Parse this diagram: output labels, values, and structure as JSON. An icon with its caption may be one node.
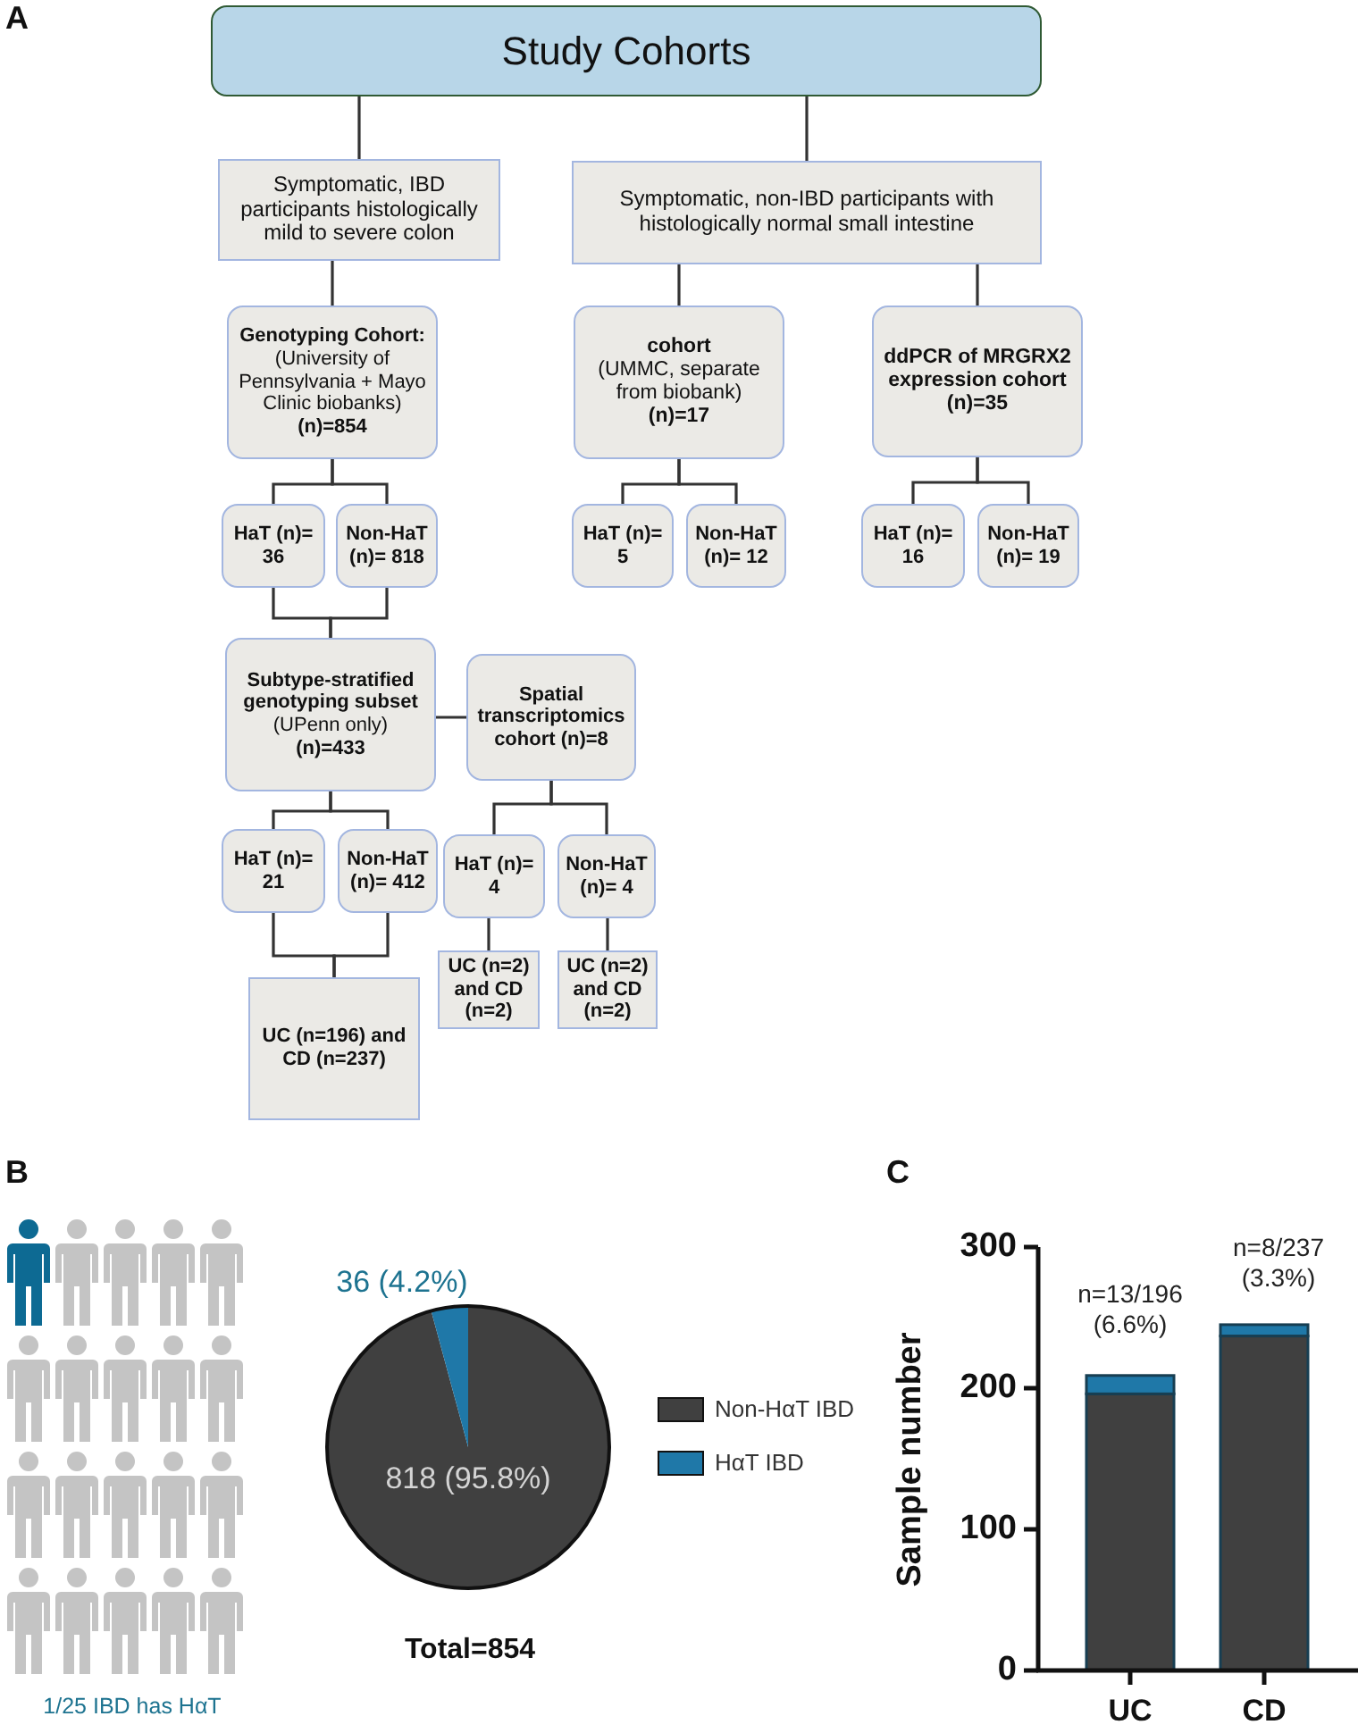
{
  "diagram": {
    "nodes": [
      {
        "text": [
          "Study Cohorts"
        ]
      },
      {
        "text": [
          "Symptomatic, IBD participants histologically mild to severe colon"
        ]
      },
      {
        "text": [
          "Symptomatic, non-IBD participants with histologically normal small intestine"
        ]
      },
      {
        "text": [
          "Genotyping Cohort:",
          "(University of Pennsylvania + Mayo Clinic biobanks)",
          "(n)=854"
        ]
      },
      {
        "text": [
          "cohort",
          "(UMMC, separate from biobank)",
          "(n)=17"
        ]
      },
      {
        "text": [
          "ddPCR of MRGRX2 expression cohort",
          "(n)=35"
        ]
      },
      {
        "text": [
          "HaT (n)= 36"
        ]
      },
      {
        "text": [
          "Non-HaT (n)= 818"
        ]
      },
      {
        "text": [
          "HaT (n)= 5"
        ]
      },
      {
        "text": [
          "Non-HaT (n)= 12"
        ]
      },
      {
        "text": [
          "HaT (n)= 16"
        ]
      },
      {
        "text": [
          "Non-HaT (n)= 19"
        ]
      },
      {
        "text": [
          "Subtype-stratified genotyping subset",
          "(UPenn only)",
          "(n)=433"
        ]
      },
      {
        "text": [
          "Spatial transcriptomics cohort (n)=8"
        ]
      },
      {
        "text": [
          "HaT (n)= 21"
        ]
      },
      {
        "text": [
          "Non-HaT (n)= 412"
        ]
      },
      {
        "text": [
          "HaT (n)= 4"
        ]
      },
      {
        "text": [
          "Non-HaT (n)= 4"
        ]
      },
      {
        "text": [
          "UC (n=196) and CD (n=237)"
        ]
      },
      {
        "text": [
          "UC (n=2) and CD (n=2)"
        ]
      },
      {
        "text": [
          "UC (n=2) and CD (n=2)"
        ]
      }
    ],
    "edges": [
      {
        "from": 0,
        "to": 1,
        "arrow": "none"
      },
      {
        "from": 0,
        "to": 2,
        "arrow": "none"
      },
      {
        "from": 1,
        "to": 3,
        "arrow": "none"
      },
      {
        "from": 2,
        "to": 4,
        "arrow": "none"
      },
      {
        "from": 2,
        "to": 5,
        "arrow": "none"
      },
      {
        "from": 3,
        "to": 6,
        "arrow": "none"
      },
      {
        "from": 3,
        "to": 7,
        "arrow": "none"
      },
      {
        "from": 4,
        "to": 8,
        "arrow": "none"
      },
      {
        "from": 4,
        "to": 9,
        "arrow": "none"
      },
      {
        "from": 5,
        "to": 10,
        "arrow": "none"
      },
      {
        "from": 5,
        "to": 11,
        "arrow": "none"
      },
      {
        "from": 6,
        "to": 12,
        "arrow": "none"
      },
      {
        "from": 7,
        "to": 12,
        "arrow": "none"
      },
      {
        "from": 12,
        "to": 13,
        "arrow": "none"
      },
      {
        "from": 12,
        "to": 14,
        "arrow": "none"
      },
      {
        "from": 12,
        "to": 15,
        "arrow": "none"
      },
      {
        "from": 13,
        "to": 16,
        "arrow": "none"
      },
      {
        "from": 13,
        "to": 17,
        "arrow": "none"
      },
      {
        "from": 14,
        "to": 18,
        "arrow": "none"
      },
      {
        "from": 15,
        "to": 18,
        "arrow": "none"
      },
      {
        "from": 16,
        "to": 19,
        "arrow": "none"
      },
      {
        "from": 17,
        "to": 20,
        "arrow": "none"
      }
    ],
    "labels": [
      "A",
      "B",
      "1/25 IBD has HαT",
      "Total=854",
      "C"
    ],
    "legend": [
      {
        "text": "Non-HαT IBD",
        "color": "#404040"
      },
      {
        "text": "HαT IBD",
        "color": "#1f78a8"
      }
    ],
    "chart_data": [
      {
        "type": "pie",
        "values": [
          818,
          36
        ],
        "value_labels": [
          "818 (95.8%)",
          "36 (4.2%)"
        ]
      },
      {
        "type": "bar",
        "ylabel": "Sample number",
        "categories": [
          "UC",
          "CD"
        ],
        "stacked": true,
        "ylim": [
          0,
          300
        ],
        "yticks": [
          0,
          100,
          200,
          300
        ],
        "series": [
          {
            "color": "#404040",
            "values": [
              196,
              237
            ]
          },
          {
            "color": "#1f78a8",
            "values": [
              13,
              8
            ]
          }
        ],
        "annotations": [
          "n=13/196 (6.6%)",
          "n=8/237 (3.3%)"
        ]
      }
    ]
  }
}
